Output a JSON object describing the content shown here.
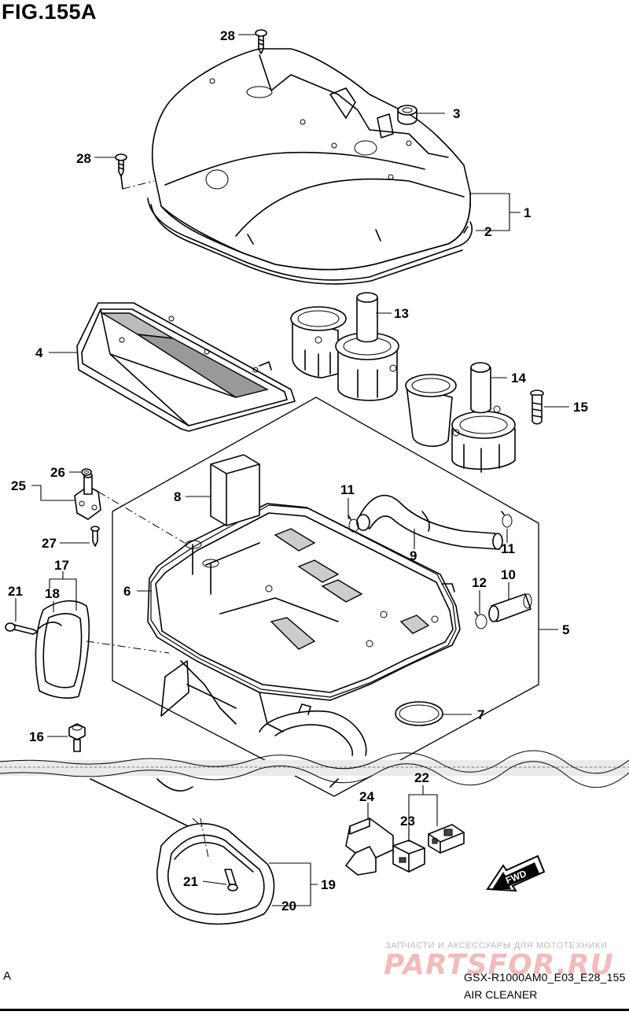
{
  "figure": {
    "title": "FIG.155A",
    "corner_letter": "A"
  },
  "footer": {
    "code": "GSX-R1000AM0_E03_E28_155",
    "name": "AIR CLEANER"
  },
  "watermark": {
    "tagline": "ЗАПЧАСТИ И АКСЕССУАРЫ ДЛЯ МОТОТЕХНИКИ",
    "logo_text": "PARTSFOR.RU"
  },
  "fwd_badge": {
    "text": "FWD"
  },
  "callouts": {
    "c28a": "28",
    "c28b": "28",
    "c3": "3",
    "c1": "1",
    "c2": "2",
    "c4": "4",
    "c13": "13",
    "c14": "14",
    "c15": "15",
    "c25": "25",
    "c26": "26",
    "c27": "27",
    "c8": "8",
    "c11a": "11",
    "c11b": "11",
    "c9": "9",
    "c10": "10",
    "c12": "12",
    "c5": "5",
    "c6": "6",
    "c17": "17",
    "c18": "18",
    "c21a": "21",
    "c21b": "21",
    "c16": "16",
    "c7": "7",
    "c22": "22",
    "c24": "24",
    "c23": "23",
    "c19": "19",
    "c20": "20"
  },
  "colors": {
    "line": "#000000",
    "background": "#ffffff",
    "watermark_red": "#dc3c3c",
    "watermark_grey": "#b9b9b9"
  }
}
